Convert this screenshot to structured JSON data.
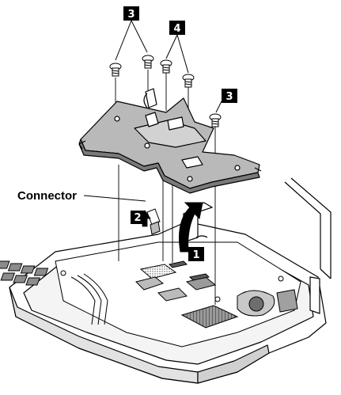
{
  "callouts": {
    "step1": "1",
    "step2": "2",
    "step3_left": "3",
    "step3_right": "3",
    "step4": "4",
    "connector_label": "Connector"
  },
  "colors": {
    "ink": "#000000",
    "shield_fill": "#b8b8b8",
    "shield_light": "#d6d6d6",
    "board_gray": "#a8a8a8",
    "chip_dark": "#5a5a5a",
    "badge_bg": "#000000",
    "paper": "#ffffff"
  }
}
